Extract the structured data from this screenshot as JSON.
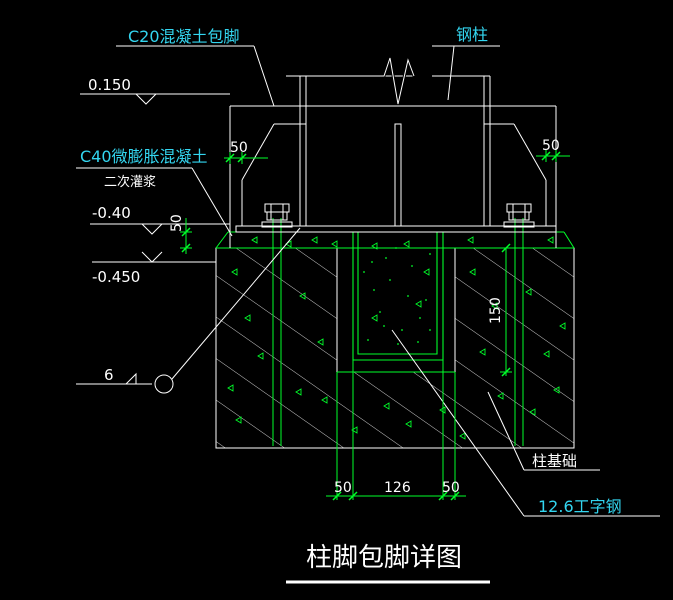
{
  "colors": {
    "background": "#000000",
    "white": "#ffffff",
    "green": "#00ff2a",
    "cyan": "#33d6f0",
    "hatch": "#c8c8c8"
  },
  "labels": {
    "c20": "C20混凝土包脚",
    "steel_column": "钢柱",
    "c40_line1": "C40微膨胀混凝土",
    "c40_line2": "二次灌浆",
    "column_foundation": "柱基础",
    "i_beam": "12.6工字钢",
    "title": "柱脚包脚详图"
  },
  "elevations": {
    "top": "0.150",
    "mid": "-0.40",
    "low": "-0.450"
  },
  "dimensions": {
    "left_50": "50",
    "right_50": "50",
    "vertical_50": "50",
    "depth_150": "150",
    "bottom_left_50": "50",
    "bottom_126": "126",
    "bottom_right_50": "50"
  },
  "weld_symbol": {
    "size": "6"
  }
}
